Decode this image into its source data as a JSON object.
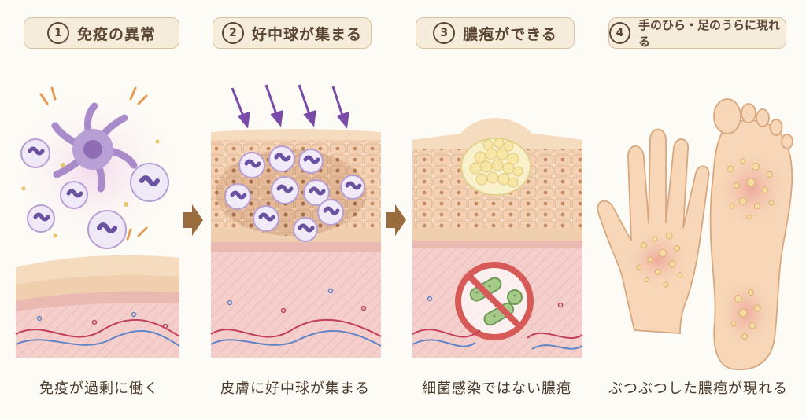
{
  "steps": [
    {
      "number": "1",
      "title": "免疫の異常",
      "caption": "免疫が過剰に働く"
    },
    {
      "number": "2",
      "title": "好中球が集まる",
      "caption": "皮膚に好中球が集まる"
    },
    {
      "number": "3",
      "title": "膿疱ができる",
      "caption": "細菌感染ではない膿疱"
    },
    {
      "number": "4",
      "title": "手のひら・足のうらに現れる",
      "caption": "ぶつぶつした膿疱が現れる"
    }
  ],
  "icons": {
    "arrow": "right-arrow-icon",
    "no_bacteria": "no-bacteria-icon"
  },
  "colors": {
    "header_bg": "#f6ecdb",
    "header_border": "#d9c3a0",
    "arrow": "#9a6b3c",
    "cell": "#b89fd6",
    "pustule": "#f7e7a6",
    "skin": "#f3c6c2",
    "prohibit": "#d65a58"
  }
}
